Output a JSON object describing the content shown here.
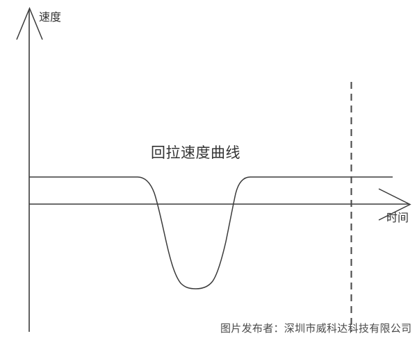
{
  "figure": {
    "title": "回拉速度曲线",
    "axes": {
      "y_label": "速度",
      "x_label": "时间"
    },
    "credit": "图片发布者：深圳市威科达科技有限公司",
    "colors": {
      "line": "#3a3a3a",
      "dashed_marker": "#4a4a4a",
      "background": "#ffffff",
      "text": "#333333"
    }
  },
  "chart_data": {
    "type": "line",
    "title": "回拉速度曲线",
    "xlabel": "时间",
    "ylabel": "速度",
    "grid": false,
    "legend": null,
    "axis_style": "arrow-headed origin axes, unlabeled ticks",
    "xlim": [
      0,
      1
    ],
    "ylim": [
      -1.35,
      0.45
    ],
    "series": [
      {
        "name": "回拉速度曲线",
        "comment": "Constant forward (positive) speed plateau, a deep negative dip (pull-back), then return to the same forward plateau.",
        "x": [
          0.0,
          0.26,
          0.29,
          0.31,
          0.33,
          0.355,
          0.38,
          0.405,
          0.42,
          0.44,
          0.46,
          0.48,
          0.5,
          0.52,
          0.545,
          0.565,
          0.58,
          0.6,
          0.62,
          0.64,
          1.0
        ],
        "y": [
          0.33,
          0.33,
          0.32,
          0.27,
          0.15,
          -0.06,
          -0.33,
          -0.62,
          -0.8,
          -0.99,
          -1.11,
          -1.18,
          -1.21,
          -1.2,
          -1.13,
          -1.0,
          -0.83,
          -0.54,
          -0.19,
          0.17,
          0.33
        ],
        "key_points": {
          "plateau_value": 0.33,
          "zero_line": 0.0,
          "trough_value": -1.21,
          "dip_start_x": 0.27,
          "dip_end_x": 0.65
        }
      }
    ],
    "annotations": [
      {
        "type": "vertical-dashed-line",
        "name": "cycle-end-marker",
        "x": 0.835,
        "style": "dashed"
      }
    ]
  }
}
